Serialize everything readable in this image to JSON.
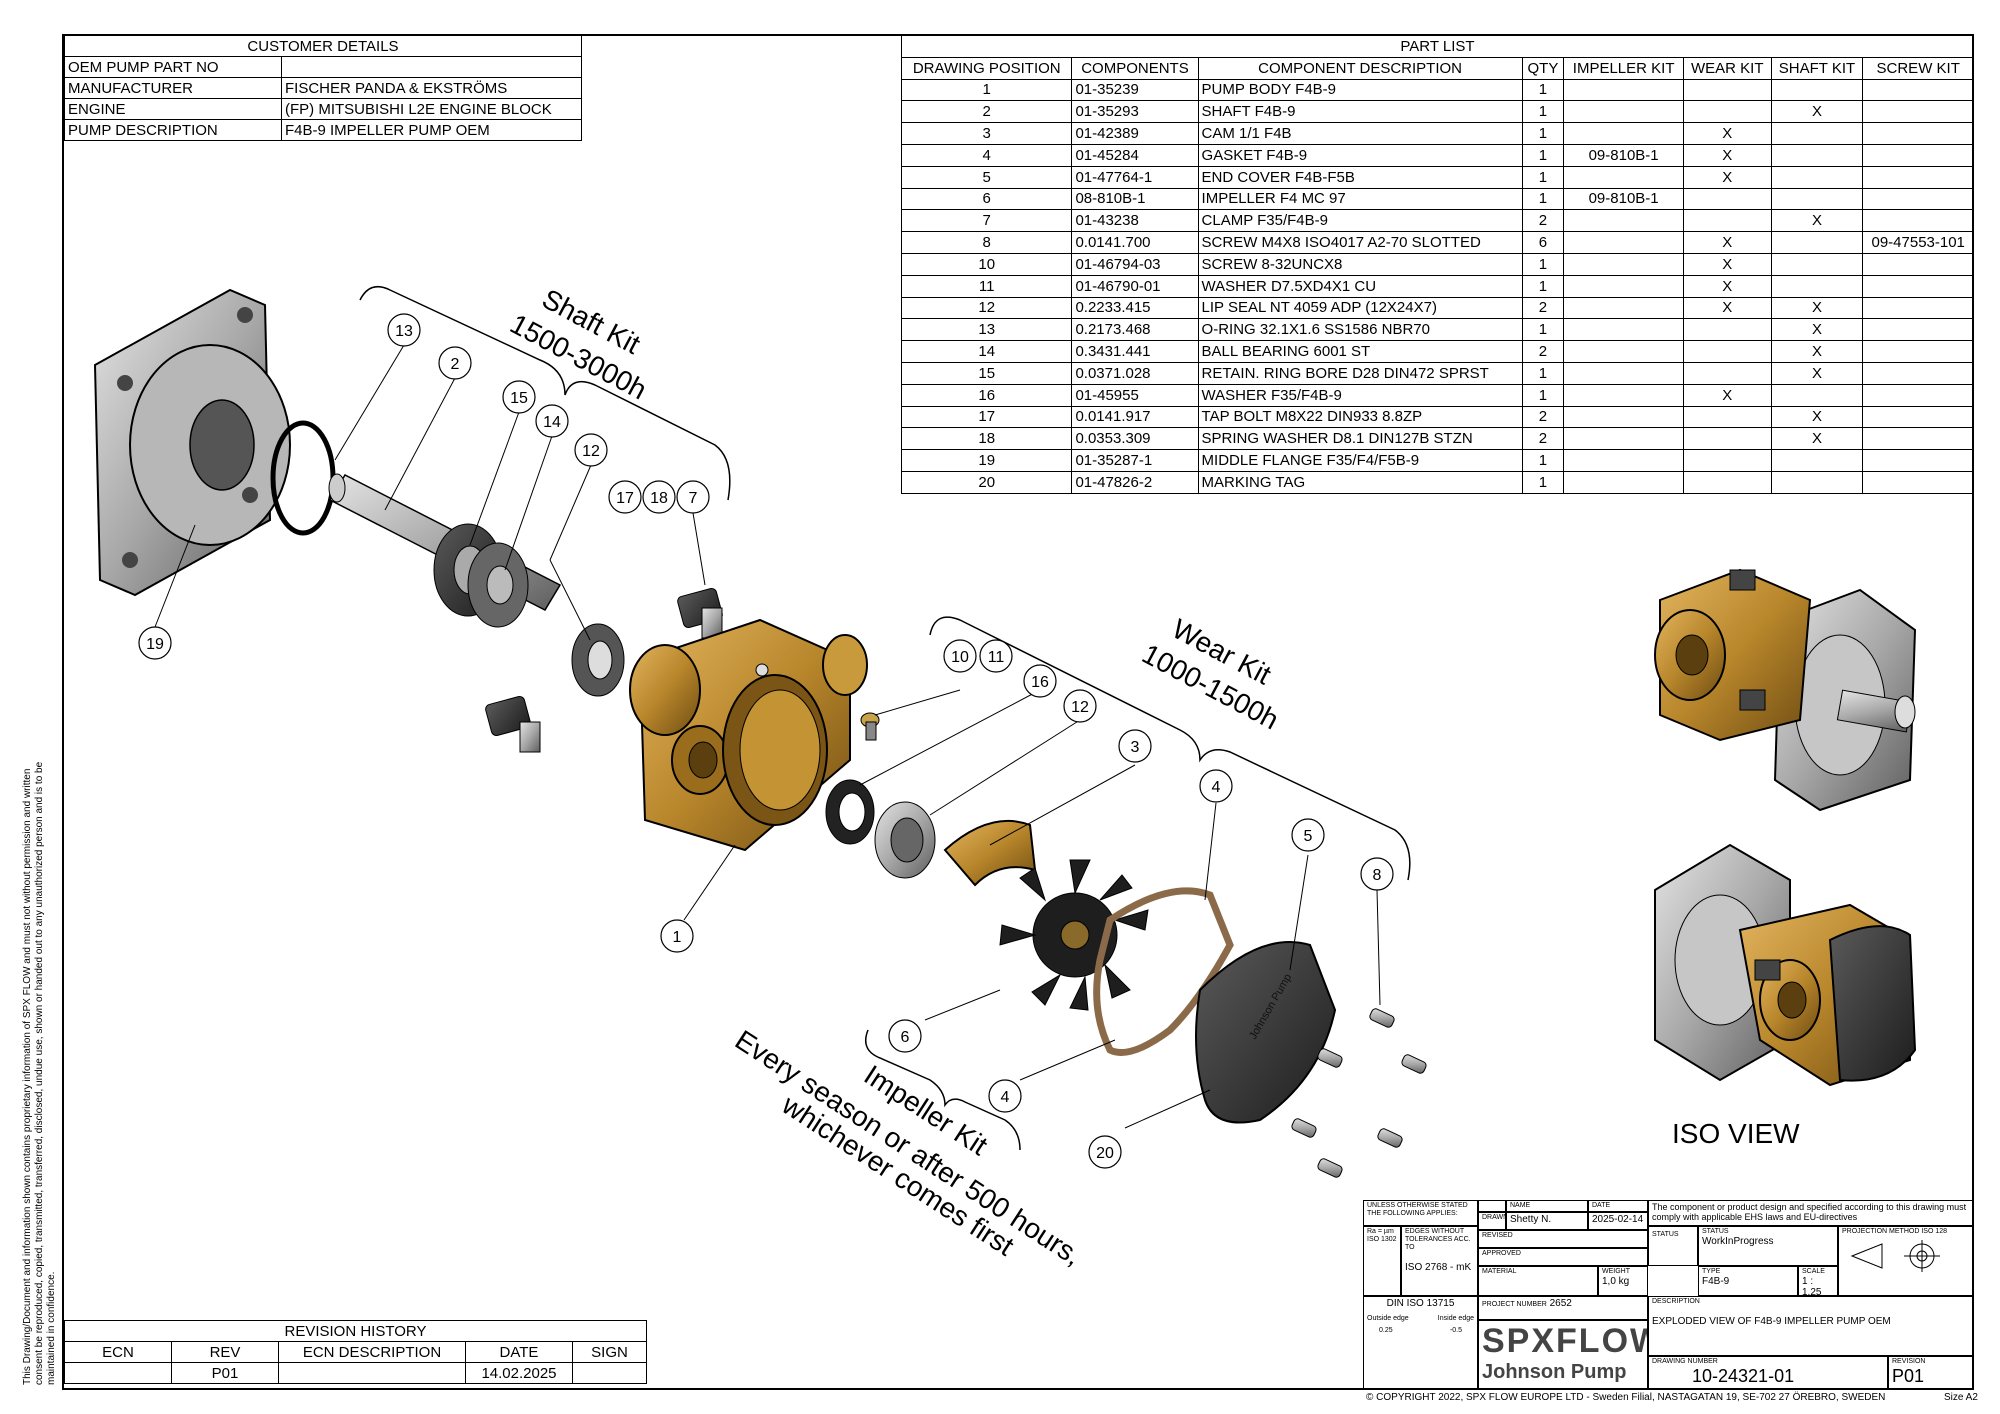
{
  "customer_details": {
    "title": "CUSTOMER DETAILS",
    "rows": [
      {
        "label": "OEM PUMP PART NO",
        "value": ""
      },
      {
        "label": "MANUFACTURER",
        "value": "FISCHER PANDA & EKSTRÖMS"
      },
      {
        "label": "ENGINE",
        "value": "(FP) MITSUBISHI L2E ENGINE BLOCK"
      },
      {
        "label": "PUMP DESCRIPTION",
        "value": "F4B-9 IMPELLER PUMP OEM"
      }
    ]
  },
  "part_list": {
    "title": "PART LIST",
    "headers": [
      "DRAWING POSITION",
      "COMPONENTS",
      "COMPONENT DESCRIPTION",
      "QTY",
      "IMPELLER KIT",
      "WEAR KIT",
      "SHAFT KIT",
      "SCREW KIT"
    ],
    "rows": [
      [
        "1",
        "01-35239",
        "PUMP BODY F4B-9",
        "1",
        "",
        "",
        "",
        ""
      ],
      [
        "2",
        "01-35293",
        "SHAFT F4B-9",
        "1",
        "",
        "",
        "X",
        ""
      ],
      [
        "3",
        "01-42389",
        "CAM 1/1 F4B",
        "1",
        "",
        "X",
        "",
        ""
      ],
      [
        "4",
        "01-45284",
        "GASKET F4B-9",
        "1",
        "09-810B-1",
        "X",
        "",
        ""
      ],
      [
        "5",
        "01-47764-1",
        "END COVER F4B-F5B",
        "1",
        "",
        "X",
        "",
        ""
      ],
      [
        "6",
        "08-810B-1",
        "IMPELLER F4 MC 97",
        "1",
        "09-810B-1",
        "",
        "",
        ""
      ],
      [
        "7",
        "01-43238",
        "CLAMP F35/F4B-9",
        "2",
        "",
        "",
        "X",
        ""
      ],
      [
        "8",
        "0.0141.700",
        "SCREW M4X8 ISO4017 A2-70 SLOTTED",
        "6",
        "",
        "X",
        "",
        "09-47553-101"
      ],
      [
        "10",
        "01-46794-03",
        "SCREW 8-32UNCX8",
        "1",
        "",
        "X",
        "",
        ""
      ],
      [
        "11",
        "01-46790-01",
        "WASHER D7.5XD4X1 CU",
        "1",
        "",
        "X",
        "",
        ""
      ],
      [
        "12",
        "0.2233.415",
        "LIP SEAL NT 4059 ADP (12X24X7)",
        "2",
        "",
        "X",
        "X",
        ""
      ],
      [
        "13",
        "0.2173.468",
        "O-RING 32.1X1.6 SS1586 NBR70",
        "1",
        "",
        "",
        "X",
        ""
      ],
      [
        "14",
        "0.3431.441",
        "BALL BEARING 6001 ST",
        "2",
        "",
        "",
        "X",
        ""
      ],
      [
        "15",
        "0.0371.028",
        "RETAIN. RING BORE D28 DIN472 SPRST",
        "1",
        "",
        "",
        "X",
        ""
      ],
      [
        "16",
        "01-45955",
        "WASHER F35/F4B-9",
        "1",
        "",
        "X",
        "",
        ""
      ],
      [
        "17",
        "0.0141.917",
        "TAP BOLT M8X22 DIN933 8.8ZP",
        "2",
        "",
        "",
        "X",
        ""
      ],
      [
        "18",
        "0.0353.309",
        "SPRING WASHER D8.1 DIN127B STZN",
        "2",
        "",
        "",
        "X",
        ""
      ],
      [
        "19",
        "01-35287-1",
        "MIDDLE FLANGE F35/F4/F5B-9",
        "1",
        "",
        "",
        "",
        ""
      ],
      [
        "20",
        "01-47826-2",
        "MARKING TAG",
        "1",
        "",
        "",
        "",
        ""
      ]
    ]
  },
  "revision_history": {
    "title": "REVISION HISTORY",
    "headers": [
      "ECN",
      "REV",
      "ECN DESCRIPTION",
      "DATE",
      "SIGN"
    ],
    "rows": [
      [
        "",
        "P01",
        "",
        "14.02.2025",
        ""
      ]
    ]
  },
  "kits": {
    "shaft": {
      "line1": "Shaft Kit",
      "line2": "1500-3000h"
    },
    "wear": {
      "line1": "Wear Kit",
      "line2": "1000-1500h"
    },
    "impeller": {
      "line1": "Impeller Kit",
      "line2": "Every season or after 500 hours,",
      "line3": "whichever comes first"
    }
  },
  "callouts": [
    "13",
    "2",
    "15",
    "14",
    "12",
    "17",
    "18",
    "7",
    "19",
    "10",
    "11",
    "16",
    "12",
    "3",
    "4",
    "5",
    "8",
    "1",
    "6",
    "4",
    "20"
  ],
  "iso_view_label": "ISO VIEW",
  "side_note": "This Drawing/Document and information shown contains proprietary information of SPX FLOW and must not without permission and written consent be reproduced, copied, transmitted, transferred, disclosed, undue use, shown or handed out to any unauthorized person and is to be maintained in confidence.",
  "title_block": {
    "tolerance_note": "UNLESS OTHERWISE STATED THE FOLLOWING APPLIES:",
    "roughness": "Ra = µm ISO 1302",
    "edges_note": "EDGES WITHOUT TOLERANCES ACC. TO",
    "iso_standard": "ISO 2768 - mK",
    "name_label": "NAME",
    "date_label": "DATE",
    "drawn_label": "DRAWN",
    "drawn_by": "Shetty N.",
    "drawn_date": "2025-02-14",
    "checked_label": "REVISED",
    "approved_label": "APPROVED",
    "compliance_note": "The component or product design and specified according to this drawing must comply with applicable EHS laws and EU-directives",
    "status_label": "STATUS",
    "status": "WorkInProgress",
    "projection_label": "PROJECTION METHOD ISO 128",
    "material_label": "MATERIAL",
    "weight_label": "WEIGHT",
    "weight": "1,0 kg",
    "type_label": "TYPE",
    "type": "F4B-9",
    "scale_label": "SCALE",
    "scale": "1 : 1.25",
    "din_standard": "DIN ISO 13715",
    "outside_edge": "Outside edge",
    "inside_edge": "Inside edge",
    "outside_value": "0.25",
    "inside_value": "-0.5",
    "project_label": "PROJECT NUMBER",
    "project_number": "2652",
    "description_label": "DESCRIPTION",
    "description": "EXPLODED VIEW OF F4B-9 IMPELLER PUMP OEM",
    "brand_primary": "SPXFLOW",
    "brand_secondary": "Johnson Pump",
    "drawing_number_label": "DRAWING NUMBER",
    "drawing_number": "10-24321-01",
    "revision_label": "REVISION",
    "revision": "P01"
  },
  "copyright": "© COPYRIGHT 2022, SPX FLOW EUROPE LTD - Sweden Filial, NASTAGATAN 19, SE-702 27 ÖREBRO, SWEDEN",
  "sheet_size": "Size  A2",
  "colors": {
    "bronze": "#b8862b",
    "steel": "#9a9a9a",
    "rubber": "#222222"
  }
}
